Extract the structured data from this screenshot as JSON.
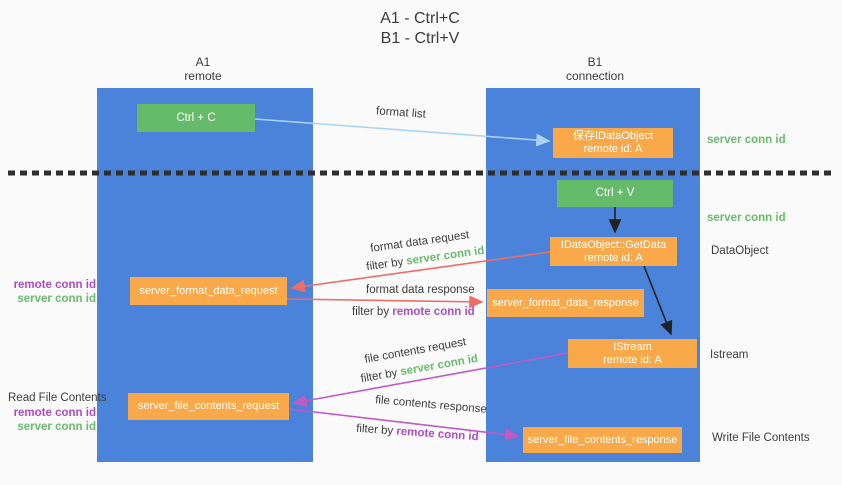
{
  "title": {
    "line1": "A1 - Ctrl+C",
    "line2": "B1 - Ctrl+V"
  },
  "columns": {
    "a1": {
      "header1": "A1",
      "header2": "remote"
    },
    "b1": {
      "header1": "B1",
      "header2": "connection"
    }
  },
  "nodes": {
    "ctrl_c": {
      "label": "Ctrl + C"
    },
    "ctrl_v": {
      "label": "Ctrl + V"
    },
    "save_dataobject": {
      "line1": "保存IDataObject",
      "line2": "remote id: A"
    },
    "getdata": {
      "line1": "IDataObject::GetData",
      "line2": "remote id: A"
    },
    "istream": {
      "line1": "IStream",
      "line2": "remote id: A"
    },
    "format_request": {
      "label": "server_format_data_request"
    },
    "format_response": {
      "label": "server_format_data_response"
    },
    "file_request": {
      "label": "server_file_contents_request"
    },
    "file_response": {
      "label": "server_file_contents_response"
    }
  },
  "right_labels": {
    "server_conn_id_1": "server conn id",
    "server_conn_id_2": "server conn id",
    "dataobject": "DataObject",
    "istream": "Istream",
    "write_file_contents": "Write File Contents"
  },
  "left_labels": {
    "remote_conn_id_1": "remote conn id",
    "server_conn_id_1": "server conn id",
    "read_file_contents": "Read File Contents",
    "remote_conn_id_2": "remote conn id",
    "server_conn_id_2": "server conn id"
  },
  "arrow_labels": {
    "format_list": "format list",
    "format_data_request": "format data request",
    "filter_by_1": "filter by ",
    "filter_value_1": "server conn id",
    "format_data_response": "format data response",
    "filter_by_2": "filter by ",
    "filter_value_2": "remote conn id",
    "file_contents_request": "file contents request",
    "filter_by_3": "filter by ",
    "filter_value_3": "server conn id",
    "file_contents_response": "file contents response",
    "filter_by_4": "filter by ",
    "filter_value_4": "remote conn id"
  },
  "colors": {
    "column_blue": "#4a83d9",
    "box_green": "#66bb6a",
    "box_orange": "#f9a94a",
    "arrow_lightblue": "#aad4f5",
    "arrow_black": "#222222",
    "arrow_red": "#ee6c66",
    "arrow_magenta": "#c25ac4",
    "text_green": "#67bd6b",
    "text_purple": "#ae4cc3",
    "text_dark": "#3d3d3d",
    "background": "#fafafa"
  }
}
